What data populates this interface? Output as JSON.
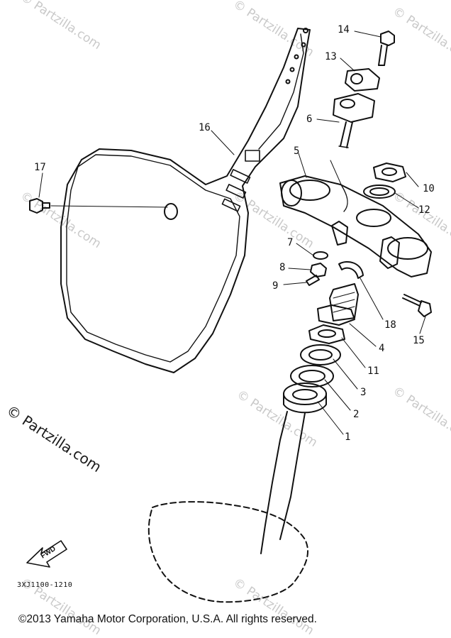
{
  "watermark": {
    "faint": "© Partzilla.com",
    "prominent": "© Partzilla.com"
  },
  "callouts": [
    {
      "id": "1",
      "label": "1"
    },
    {
      "id": "2",
      "label": "2"
    },
    {
      "id": "3",
      "label": "3"
    },
    {
      "id": "4",
      "label": "4"
    },
    {
      "id": "5",
      "label": "5"
    },
    {
      "id": "6",
      "label": "6"
    },
    {
      "id": "7",
      "label": "7"
    },
    {
      "id": "8",
      "label": "8"
    },
    {
      "id": "9",
      "label": "9"
    },
    {
      "id": "10",
      "label": "10"
    },
    {
      "id": "11",
      "label": "11"
    },
    {
      "id": "12",
      "label": "12"
    },
    {
      "id": "13",
      "label": "13"
    },
    {
      "id": "14",
      "label": "14"
    },
    {
      "id": "15",
      "label": "15"
    },
    {
      "id": "16",
      "label": "16"
    },
    {
      "id": "17",
      "label": "17"
    },
    {
      "id": "18",
      "label": "18"
    }
  ],
  "fwd_label": "FWD",
  "part_code": "3XJ1100-1210",
  "copyright": "©2013  Yamaha Motor Corporation, U.S.A. All rights reserved."
}
